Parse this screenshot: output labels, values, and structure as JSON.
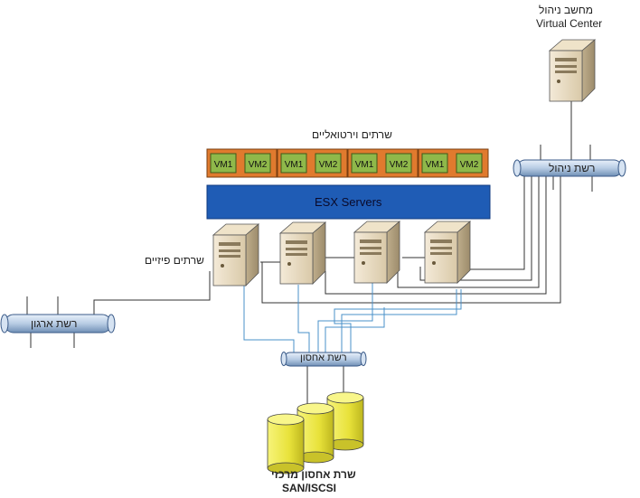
{
  "labels": {
    "virtual_center_line1": "מחשב ניהול",
    "virtual_center_line2": "Virtual Center",
    "virtual_servers": "שרתים וירטואליים",
    "esx_servers": "ESX Servers",
    "physical_servers": "שרתים פיזיים",
    "management_network": "רשת ניהול",
    "org_network": "רשת ארגון",
    "storage_network": "רשת אחסון",
    "storage_line1": "שרת אחסון מרכזי",
    "storage_line2": "SAN/ISCSI"
  },
  "vm_groups": [
    {
      "vm_a": "VM1",
      "vm_b": "VM2"
    },
    {
      "vm_a": "VM1",
      "vm_b": "VM2"
    },
    {
      "vm_a": "VM1",
      "vm_b": "VM2"
    },
    {
      "vm_a": "VM1",
      "vm_b": "VM2"
    }
  ],
  "colors": {
    "vm_box": "#e07a2e",
    "vm_cell": "#8fb84a",
    "esx_bar": "#1f5cb5",
    "pipe": "#b8cce4",
    "storage_link": "#4a90c8",
    "disk": "#f2f04a"
  }
}
